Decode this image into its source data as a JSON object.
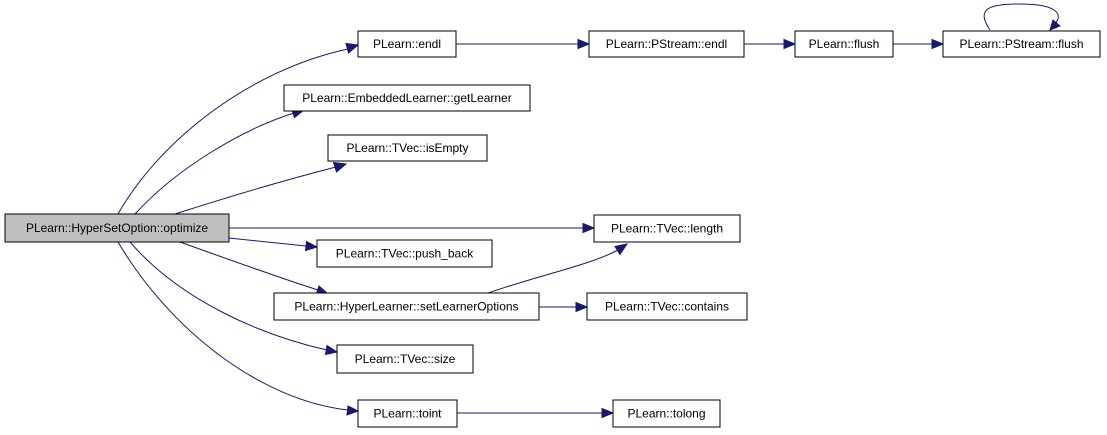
{
  "graph": {
    "colors": {
      "edge": "#191970",
      "root_fill": "#bfbfbf",
      "node_fill": "#ffffff",
      "node_border": "#000000"
    },
    "nodes": {
      "optimize": "PLearn::HyperSetOption::optimize",
      "endl": "PLearn::endl",
      "pstream_endl": "PLearn::PStream::endl",
      "flush": "PLearn::flush",
      "pstream_flush": "PLearn::PStream::flush",
      "get_learner": "PLearn::EmbeddedLearner::getLearner",
      "is_empty": "PLearn::TVec::isEmpty",
      "length": "PLearn::TVec::length",
      "push_back": "PLearn::TVec::push_back",
      "set_learner_options": "PLearn::HyperLearner::setLearnerOptions",
      "contains": "PLearn::TVec::contains",
      "size": "PLearn::TVec::size",
      "toint": "PLearn::toint",
      "tolong": "PLearn::tolong"
    },
    "edges": [
      {
        "from": "optimize",
        "to": "endl"
      },
      {
        "from": "optimize",
        "to": "get_learner"
      },
      {
        "from": "optimize",
        "to": "is_empty"
      },
      {
        "from": "optimize",
        "to": "length"
      },
      {
        "from": "optimize",
        "to": "push_back"
      },
      {
        "from": "optimize",
        "to": "set_learner_options"
      },
      {
        "from": "optimize",
        "to": "size"
      },
      {
        "from": "optimize",
        "to": "toint"
      },
      {
        "from": "endl",
        "to": "pstream_endl"
      },
      {
        "from": "pstream_endl",
        "to": "flush"
      },
      {
        "from": "flush",
        "to": "pstream_flush"
      },
      {
        "from": "pstream_flush",
        "to": "pstream_flush"
      },
      {
        "from": "set_learner_options",
        "to": "length"
      },
      {
        "from": "set_learner_options",
        "to": "contains"
      },
      {
        "from": "toint",
        "to": "tolong"
      }
    ]
  }
}
